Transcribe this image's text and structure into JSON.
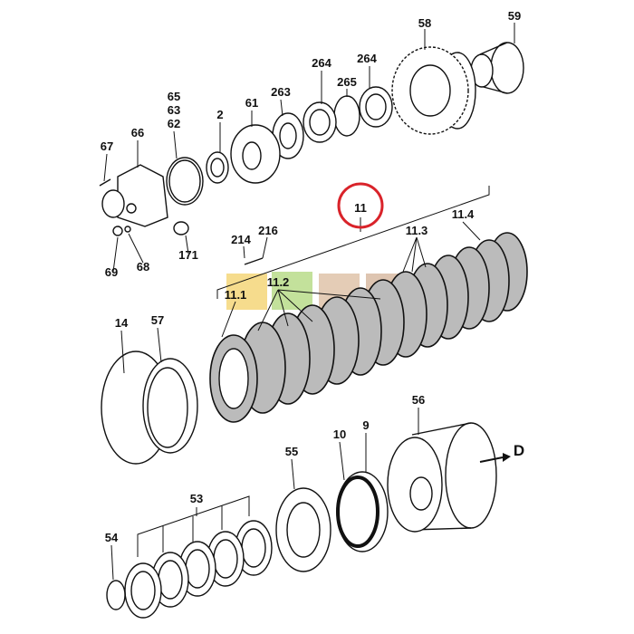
{
  "diagram": {
    "labels": {
      "p58": "58",
      "p59": "59",
      "p264a": "264",
      "p265": "265",
      "p264b": "264",
      "p263": "263",
      "p61": "61",
      "p2": "2",
      "p65": "65",
      "p63": "63",
      "p62": "62",
      "p66": "66",
      "p67": "67",
      "p11": "11",
      "p11_4": "11.4",
      "p11_3": "11.3",
      "p214": "214",
      "p216": "216",
      "p69": "69",
      "p68": "68",
      "p171": "171",
      "p11_1": "11.1",
      "p11_2": "11.2",
      "p14": "14",
      "p57": "57",
      "p56": "56",
      "p10": "10",
      "p9": "9",
      "p55": "55",
      "p53": "53",
      "p54": "54",
      "direction": "D"
    },
    "highlight_color": "#d9232a",
    "watermark_colors": [
      "#f5d77a",
      "#b9dc8a",
      "#d9b89a",
      "#d4b49a"
    ]
  }
}
